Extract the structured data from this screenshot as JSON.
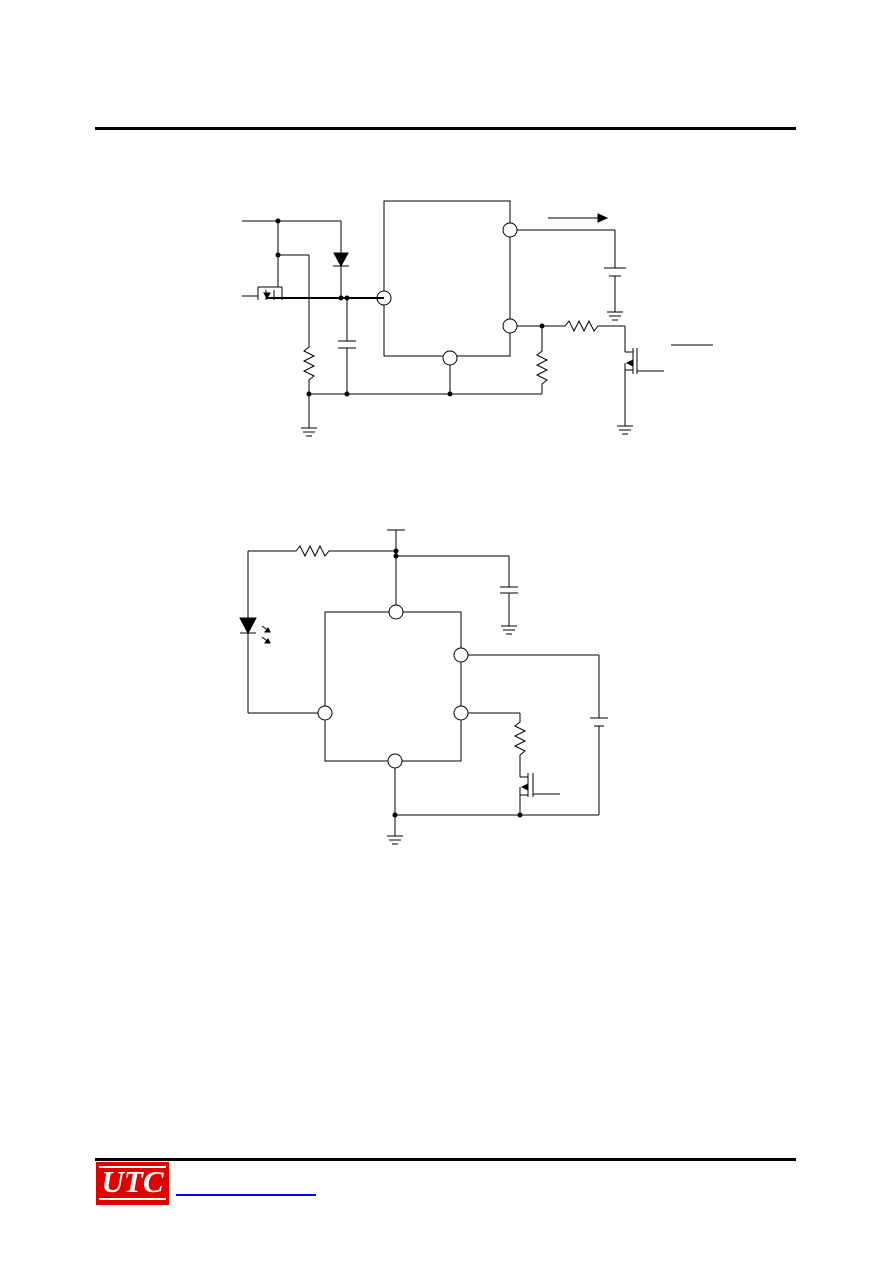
{
  "header": {
    "has_rule": true
  },
  "figures": [
    {
      "id": "figure-1",
      "label": ""
    },
    {
      "id": "figure-2",
      "label": ""
    }
  ],
  "footer": {
    "logo_text": "UTC",
    "logo_color": "#e00000",
    "link_color": "#0000ff"
  }
}
